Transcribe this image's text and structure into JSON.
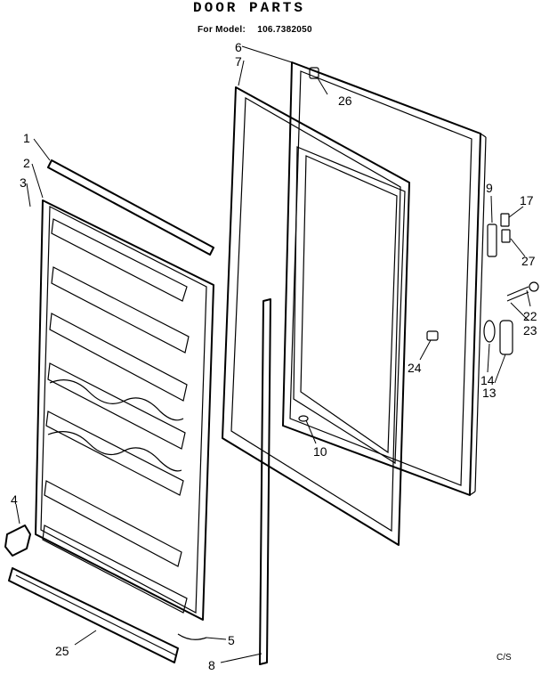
{
  "header": {
    "title": "DOOR PARTS",
    "model_label": "For Model:",
    "model_number": "106.7382050"
  },
  "footer_code": "C/S",
  "callouts": [
    {
      "id": "c1",
      "label": "1"
    },
    {
      "id": "c2",
      "label": "2"
    },
    {
      "id": "c3",
      "label": "3"
    },
    {
      "id": "c4",
      "label": "4"
    },
    {
      "id": "c5",
      "label": "5"
    },
    {
      "id": "c6",
      "label": "6"
    },
    {
      "id": "c7",
      "label": "7"
    },
    {
      "id": "c8",
      "label": "8"
    },
    {
      "id": "c9",
      "label": "9"
    },
    {
      "id": "c10",
      "label": "10"
    },
    {
      "id": "c13",
      "label": "13"
    },
    {
      "id": "c14",
      "label": "14"
    },
    {
      "id": "c17",
      "label": "17"
    },
    {
      "id": "c22",
      "label": "22"
    },
    {
      "id": "c23",
      "label": "23"
    },
    {
      "id": "c24",
      "label": "24"
    },
    {
      "id": "c25",
      "label": "25"
    },
    {
      "id": "c26",
      "label": "26"
    },
    {
      "id": "c27",
      "label": "27"
    }
  ]
}
